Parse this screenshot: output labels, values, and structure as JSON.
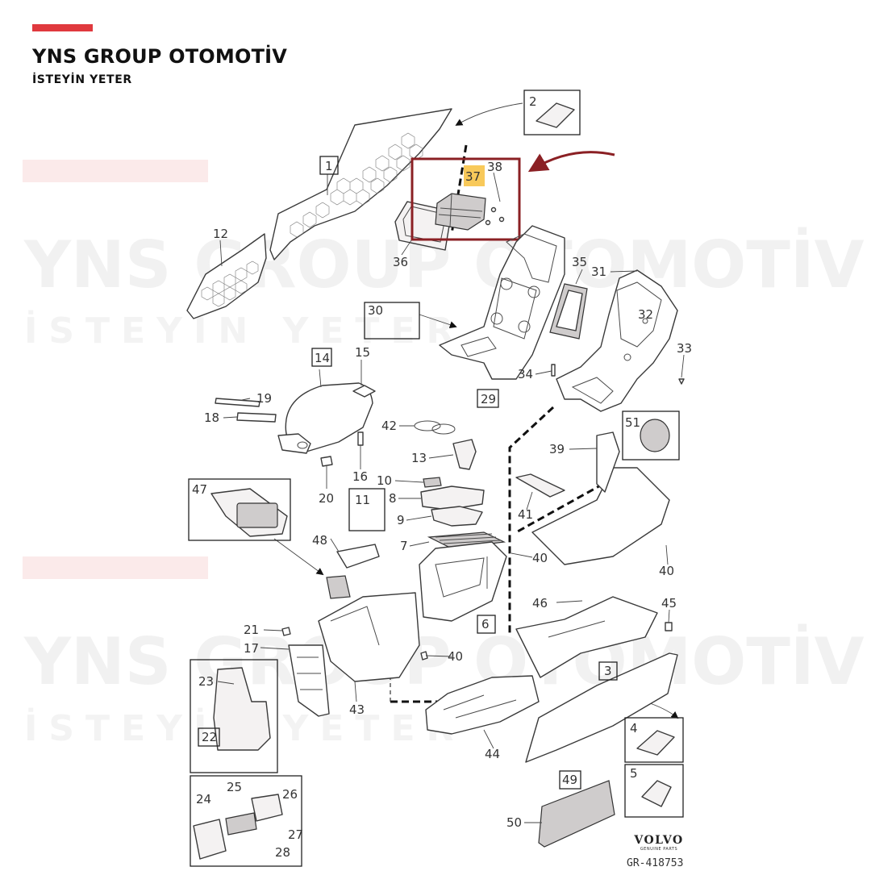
{
  "header": {
    "brand_title": "YNS GROUP OTOMOTİV",
    "brand_slogan": "İSTEYİN YETER",
    "accent_color": "#e0393e"
  },
  "watermark": {
    "line1": "YNS GROUP OTOMOTİV",
    "line2": "İSTEYİN YETER",
    "line3": "YNS GROUP OTOMOTİV",
    "line4": "İSTEYİN YETER"
  },
  "highlight": {
    "part_number": "37",
    "frame_color": "#8b2024",
    "badge_color": "#f8c95a"
  },
  "parts": {
    "p1": "1",
    "p2": "2",
    "p3": "3",
    "p4": "4",
    "p5": "5",
    "p6": "6",
    "p7": "7",
    "p8": "8",
    "p9": "9",
    "p10": "10",
    "p11": "11",
    "p12": "12",
    "p13": "13",
    "p14": "14",
    "p15": "15",
    "p16": "16",
    "p17": "17",
    "p18": "18",
    "p19": "19",
    "p20": "20",
    "p21": "21",
    "p22": "22",
    "p23": "23",
    "p24": "24",
    "p25": "25",
    "p26": "26",
    "p27": "27",
    "p28": "28",
    "p29": "29",
    "p30": "30",
    "p31": "31",
    "p32": "32",
    "p33": "33",
    "p34": "34",
    "p35": "35",
    "p36": "36",
    "p38": "38",
    "p39": "39",
    "p40": "40",
    "p41": "41",
    "p42": "42",
    "p43": "43",
    "p44": "44",
    "p45": "45",
    "p46": "46",
    "p47": "47",
    "p48": "48",
    "p49": "49",
    "p50": "50",
    "p51": "51"
  },
  "footer": {
    "logo_word": "VOLVO",
    "logo_sub": "GENUINE PARTS",
    "ref_code": "GR-418753"
  }
}
